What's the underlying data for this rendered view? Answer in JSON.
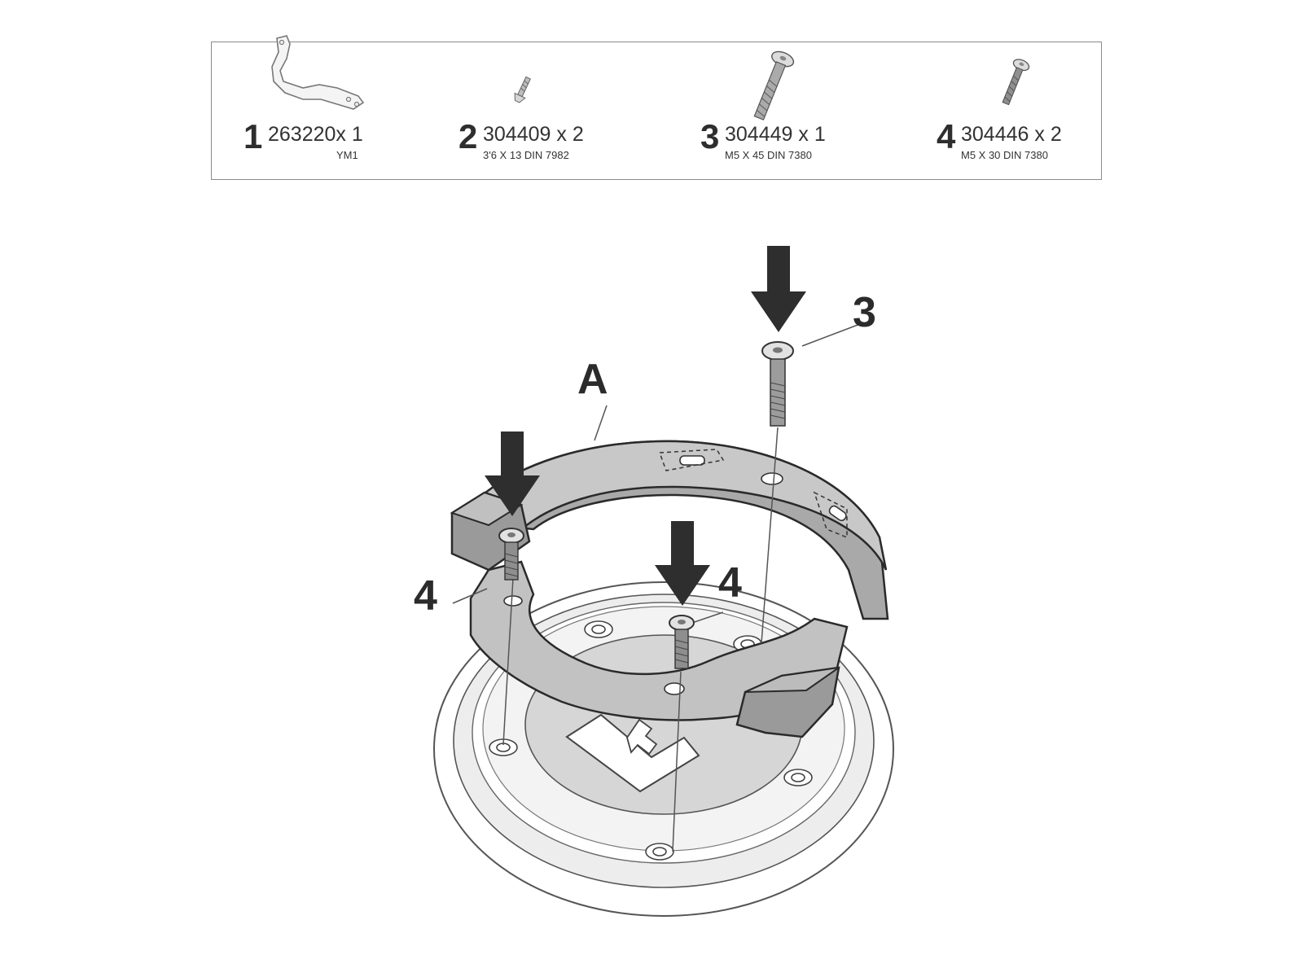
{
  "parts": [
    {
      "number": "1",
      "code": "263220x 1",
      "spec": "YM1",
      "icon": "bracket-plate-icon"
    },
    {
      "number": "2",
      "code": "304409 x 2",
      "spec": "3'6 X 13 DIN 7982",
      "icon": "countersunk-screw-icon"
    },
    {
      "number": "3",
      "code": "304449 x 1",
      "spec": "M5 X 45 DIN 7380",
      "icon": "long-bolt-icon"
    },
    {
      "number": "4",
      "code": "304446 x 2",
      "spec": "M5 X 30 DIN 7380",
      "icon": "short-bolt-icon"
    }
  ],
  "callouts": {
    "ring": "A",
    "bolt_long": "3",
    "bolt_left": "4",
    "bolt_center": "4"
  },
  "colors": {
    "fill": "#c4c4c4",
    "dark_fill": "#9a9a9a",
    "outline": "#2a2a2a",
    "arrow": "#2e2e2e",
    "frame": "#8a8a8a"
  }
}
